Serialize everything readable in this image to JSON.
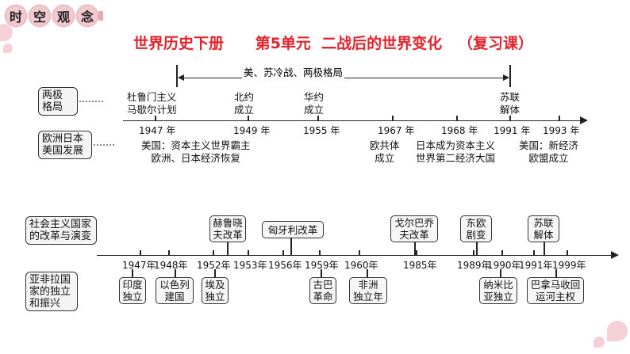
{
  "header": {
    "badges": [
      "时",
      "空",
      "观",
      "念"
    ],
    "title": "世界历史下册      第5单元  二战后的世界变化   （复习课）"
  },
  "section1": {
    "side_labels": {
      "bipolar": "两极\n格局",
      "euro_japan": "欧洲日本\n美国发展"
    },
    "span_label": "美、苏冷战、两极格局",
    "top_events": [
      {
        "text": "杜鲁门主义\n马歇尔计划"
      },
      {
        "text": "北约\n成立"
      },
      {
        "text": "华约\n成立"
      },
      {
        "text": "苏联\n解体"
      }
    ],
    "years": [
      "1947 年",
      "1949 年",
      "1955 年",
      "1967 年",
      "1968 年",
      "1991 年",
      "1993 年"
    ],
    "bottom_events": [
      {
        "text": "美国：资本主义世界霸主\n欧洲、日本经济恢复"
      },
      {
        "text": "欧共体\n成立"
      },
      {
        "text": "日本成为资本主义\n世界第二经济大国"
      },
      {
        "text": "美国：新经济\n欧盟成立"
      }
    ]
  },
  "section2": {
    "side_labels": {
      "socialist": "社会主义国家\n的改革与演变",
      "afro_asian": "亚非拉国\n家的独立\n和振兴"
    },
    "top_boxes": [
      {
        "text": "赫鲁晓\n夫改革"
      },
      {
        "text": "匈牙利改革"
      },
      {
        "text": "戈尔巴乔\n夫改革"
      },
      {
        "text": "东欧\n剧变"
      },
      {
        "text": "苏联\n解体"
      }
    ],
    "years": [
      "1947年",
      "1948年",
      "1952年",
      "1953年",
      "1956年",
      "1959年",
      "1960年",
      "1985年",
      "1989年",
      "1990年",
      "1991年",
      "1999年"
    ],
    "bottom_boxes": [
      {
        "text": "印度\n独立"
      },
      {
        "text": "以色列\n建国"
      },
      {
        "text": "埃及\n独立"
      },
      {
        "text": "古巴\n革命"
      },
      {
        "text": "非洲\n独立年"
      },
      {
        "text": "纳米比\n亚独立"
      },
      {
        "text": "巴拿马收回\n运河主权"
      }
    ]
  },
  "colors": {
    "title": "#e4232b",
    "badge": "#f2c9cf",
    "box_bg": "#f4f4f4"
  }
}
